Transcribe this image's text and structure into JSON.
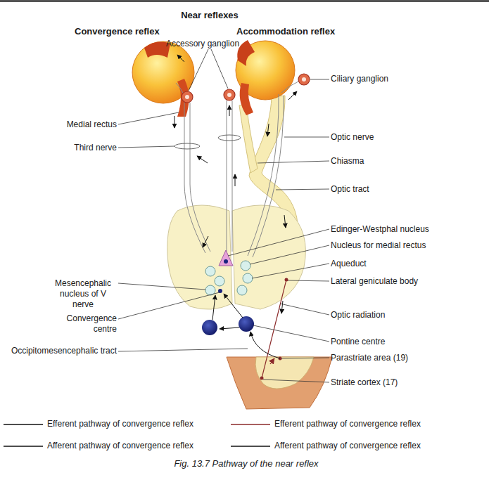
{
  "diagram": {
    "title": "Near reflexes",
    "caption": "Fig. 13.7 Pathway of the near reflex",
    "labels": [
      "Convergence reflex",
      "Accessory ganglion",
      "Accommodation reflex",
      "Ciliary ganglion",
      "Medial rectus",
      "Optic nerve",
      "Third nerve",
      "Chiasma",
      "Optic tract",
      "Edinger-Westphal nucleus",
      "Nucleus for medial rectus",
      "Aqueduct",
      "Mesencephalic nucleus of V nerve",
      "Lateral geniculate body",
      "Convergence centre",
      "Optic radiation",
      "Pontine centre",
      "Parastriate area (19)",
      "Occipitomesencephalic tract",
      "Striate cortex (17)"
    ],
    "legend": [
      {
        "text": "Efferent pathway of convergence reflex"
      },
      {
        "text": "Efferent pathway of convergence reflex"
      },
      {
        "text": "Afferent pathway of convergence reflex"
      },
      {
        "text": "Afferent pathway of convergence reflex"
      }
    ]
  }
}
